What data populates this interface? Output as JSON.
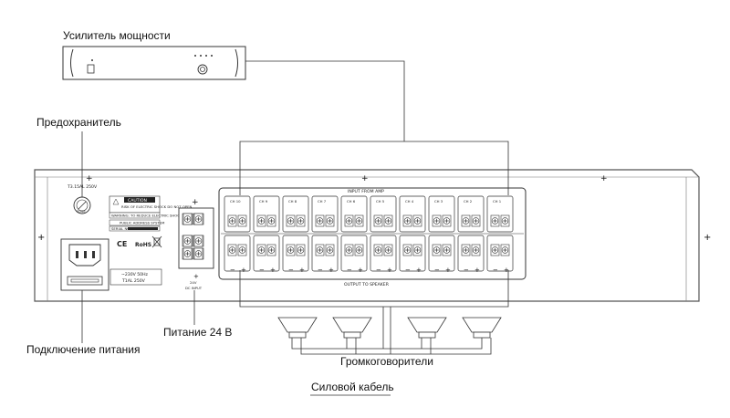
{
  "labels": {
    "amplifier": "Усилитель мощности",
    "fuse": "Предохранитель",
    "power_connection": "Подключение питания",
    "power_24v": "Питание 24 В",
    "speakers": "Громкоговорители",
    "power_cable": "Силовой кабель"
  },
  "panel": {
    "fuse_rating": "T3.15AL 250V",
    "fuse_cap": "FUSE",
    "caution_title": "CAUTION",
    "caution_sub": "RISK OF ELECTRIC SHOCK DO NOT OPEN",
    "warn_text": "WARNING: TO REDUCE ELECTRIC SHOCK DO NOT OPEN",
    "system_name": "PUBLIC ADDRESS SYSTEM",
    "serial_label": "SERIAL NO.",
    "ce_mark": "CE",
    "rohs_mark": "RoHS",
    "power_spec_1": "~230V 50Hz",
    "power_spec_2": "T1AL 250V",
    "dc_voltage": "24V",
    "dc_input": "DC INPUT",
    "input_from_amp": "INPUT FROM AMP",
    "output_to_speaker": "OUTPUT TO SPEAKER",
    "channels": [
      "CH 10",
      "CH 9",
      "CH 8",
      "CH 7",
      "CH 6",
      "CH 5",
      "CH 4",
      "CH 3",
      "CH 2",
      "CH 1"
    ],
    "plus_sign": "+",
    "minus_sign": "−"
  }
}
